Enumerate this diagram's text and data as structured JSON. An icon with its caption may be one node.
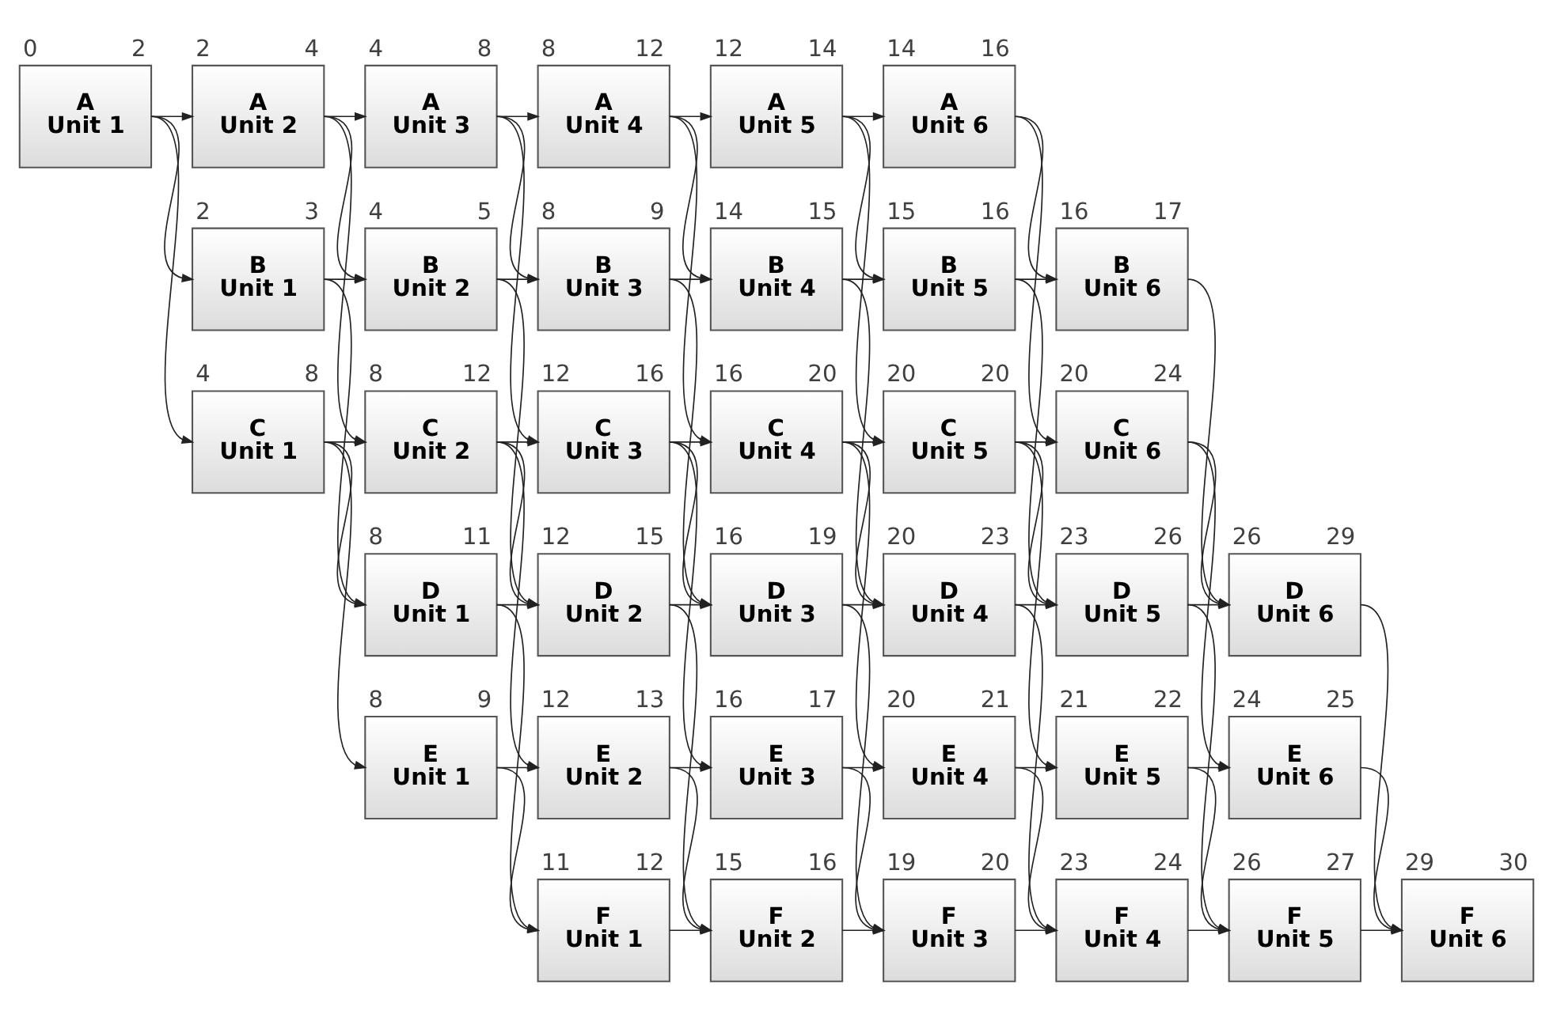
{
  "diagram": {
    "nodes": [
      {
        "text": [
          "A",
          "Unit 1"
        ],
        "beside": [
          "0",
          "2"
        ]
      },
      {
        "text": [
          "A",
          "Unit 2"
        ],
        "beside": [
          "2",
          "4"
        ]
      },
      {
        "text": [
          "A",
          "Unit 3"
        ],
        "beside": [
          "4",
          "8"
        ]
      },
      {
        "text": [
          "A",
          "Unit 4"
        ],
        "beside": [
          "8",
          "12"
        ]
      },
      {
        "text": [
          "A",
          "Unit 5"
        ],
        "beside": [
          "12",
          "14"
        ]
      },
      {
        "text": [
          "A",
          "Unit 6"
        ],
        "beside": [
          "14",
          "16"
        ]
      },
      {
        "text": [
          "B",
          "Unit 1"
        ],
        "beside": [
          "2",
          "3"
        ]
      },
      {
        "text": [
          "B",
          "Unit 2"
        ],
        "beside": [
          "4",
          "5"
        ]
      },
      {
        "text": [
          "B",
          "Unit 3"
        ],
        "beside": [
          "8",
          "9"
        ]
      },
      {
        "text": [
          "B",
          "Unit 4"
        ],
        "beside": [
          "14",
          "15"
        ]
      },
      {
        "text": [
          "B",
          "Unit 5"
        ],
        "beside": [
          "15",
          "16"
        ]
      },
      {
        "text": [
          "B",
          "Unit 6"
        ],
        "beside": [
          "16",
          "17"
        ]
      },
      {
        "text": [
          "C",
          "Unit 1"
        ],
        "beside": [
          "4",
          "8"
        ]
      },
      {
        "text": [
          "C",
          "Unit 2"
        ],
        "beside": [
          "8",
          "12"
        ]
      },
      {
        "text": [
          "C",
          "Unit 3"
        ],
        "beside": [
          "12",
          "16"
        ]
      },
      {
        "text": [
          "C",
          "Unit 4"
        ],
        "beside": [
          "16",
          "20"
        ]
      },
      {
        "text": [
          "C",
          "Unit 5"
        ],
        "beside": [
          "20",
          "20"
        ]
      },
      {
        "text": [
          "C",
          "Unit 6"
        ],
        "beside": [
          "20",
          "24"
        ]
      },
      {
        "text": [
          "D",
          "Unit 1"
        ],
        "beside": [
          "8",
          "11"
        ]
      },
      {
        "text": [
          "D",
          "Unit 2"
        ],
        "beside": [
          "12",
          "15"
        ]
      },
      {
        "text": [
          "D",
          "Unit 3"
        ],
        "beside": [
          "16",
          "19"
        ]
      },
      {
        "text": [
          "D",
          "Unit 4"
        ],
        "beside": [
          "20",
          "23"
        ]
      },
      {
        "text": [
          "D",
          "Unit 5"
        ],
        "beside": [
          "23",
          "26"
        ]
      },
      {
        "text": [
          "D",
          "Unit 6"
        ],
        "beside": [
          "26",
          "29"
        ]
      },
      {
        "text": [
          "E",
          "Unit 1"
        ],
        "beside": [
          "8",
          "9"
        ]
      },
      {
        "text": [
          "E",
          "Unit 2"
        ],
        "beside": [
          "12",
          "13"
        ]
      },
      {
        "text": [
          "E",
          "Unit 3"
        ],
        "beside": [
          "16",
          "17"
        ]
      },
      {
        "text": [
          "E",
          "Unit 4"
        ],
        "beside": [
          "20",
          "21"
        ]
      },
      {
        "text": [
          "E",
          "Unit 5"
        ],
        "beside": [
          "21",
          "22"
        ]
      },
      {
        "text": [
          "E",
          "Unit 6"
        ],
        "beside": [
          "24",
          "25"
        ]
      },
      {
        "text": [
          "F",
          "Unit 1"
        ],
        "beside": [
          "11",
          "12"
        ]
      },
      {
        "text": [
          "F",
          "Unit 2"
        ],
        "beside": [
          "15",
          "16"
        ]
      },
      {
        "text": [
          "F",
          "Unit 3"
        ],
        "beside": [
          "19",
          "20"
        ]
      },
      {
        "text": [
          "F",
          "Unit 4"
        ],
        "beside": [
          "23",
          "24"
        ]
      },
      {
        "text": [
          "F",
          "Unit 5"
        ],
        "beside": [
          "26",
          "27"
        ]
      },
      {
        "text": [
          "F",
          "Unit 6"
        ],
        "beside": [
          "29",
          "30"
        ]
      }
    ],
    "edges": [
      {
        "from": 0,
        "to": 1,
        "arrow": "to"
      },
      {
        "from": 1,
        "to": 2,
        "arrow": "to"
      },
      {
        "from": 2,
        "to": 3,
        "arrow": "to"
      },
      {
        "from": 3,
        "to": 4,
        "arrow": "to"
      },
      {
        "from": 4,
        "to": 5,
        "arrow": "to"
      },
      {
        "from": 6,
        "to": 7,
        "arrow": "to"
      },
      {
        "from": 7,
        "to": 8,
        "arrow": "to"
      },
      {
        "from": 8,
        "to": 9,
        "arrow": "to"
      },
      {
        "from": 9,
        "to": 10,
        "arrow": "to"
      },
      {
        "from": 10,
        "to": 11,
        "arrow": "to"
      },
      {
        "from": 12,
        "to": 13,
        "arrow": "to"
      },
      {
        "from": 13,
        "to": 14,
        "arrow": "to"
      },
      {
        "from": 14,
        "to": 15,
        "arrow": "to"
      },
      {
        "from": 15,
        "to": 16,
        "arrow": "to"
      },
      {
        "from": 16,
        "to": 17,
        "arrow": "to"
      },
      {
        "from": 18,
        "to": 19,
        "arrow": "to"
      },
      {
        "from": 19,
        "to": 20,
        "arrow": "to"
      },
      {
        "from": 20,
        "to": 21,
        "arrow": "to"
      },
      {
        "from": 21,
        "to": 22,
        "arrow": "to"
      },
      {
        "from": 22,
        "to": 23,
        "arrow": "to"
      },
      {
        "from": 24,
        "to": 25,
        "arrow": "to"
      },
      {
        "from": 25,
        "to": 26,
        "arrow": "to"
      },
      {
        "from": 26,
        "to": 27,
        "arrow": "to"
      },
      {
        "from": 27,
        "to": 28,
        "arrow": "to"
      },
      {
        "from": 28,
        "to": 29,
        "arrow": "to"
      },
      {
        "from": 30,
        "to": 31,
        "arrow": "to"
      },
      {
        "from": 31,
        "to": 32,
        "arrow": "to"
      },
      {
        "from": 32,
        "to": 33,
        "arrow": "to"
      },
      {
        "from": 33,
        "to": 34,
        "arrow": "to"
      },
      {
        "from": 34,
        "to": 35,
        "arrow": "to"
      },
      {
        "from": 0,
        "to": 6,
        "arrow": "to"
      },
      {
        "from": 0,
        "to": 12,
        "arrow": "to"
      },
      {
        "from": 1,
        "to": 7,
        "arrow": "to"
      },
      {
        "from": 1,
        "to": 13,
        "arrow": "to"
      },
      {
        "from": 2,
        "to": 8,
        "arrow": "to"
      },
      {
        "from": 2,
        "to": 14,
        "arrow": "to"
      },
      {
        "from": 3,
        "to": 9,
        "arrow": "to"
      },
      {
        "from": 3,
        "to": 15,
        "arrow": "to"
      },
      {
        "from": 4,
        "to": 10,
        "arrow": "to"
      },
      {
        "from": 4,
        "to": 16,
        "arrow": "to"
      },
      {
        "from": 5,
        "to": 11,
        "arrow": "to"
      },
      {
        "from": 5,
        "to": 17,
        "arrow": "to"
      },
      {
        "from": 6,
        "to": 18,
        "arrow": "to"
      },
      {
        "from": 7,
        "to": 19,
        "arrow": "to"
      },
      {
        "from": 8,
        "to": 20,
        "arrow": "to"
      },
      {
        "from": 9,
        "to": 21,
        "arrow": "to"
      },
      {
        "from": 10,
        "to": 22,
        "arrow": "to"
      },
      {
        "from": 11,
        "to": 23,
        "arrow": "to"
      },
      {
        "from": 12,
        "to": 18,
        "arrow": "to"
      },
      {
        "from": 12,
        "to": 24,
        "arrow": "to"
      },
      {
        "from": 13,
        "to": 19,
        "arrow": "to"
      },
      {
        "from": 13,
        "to": 25,
        "arrow": "to"
      },
      {
        "from": 14,
        "to": 20,
        "arrow": "to"
      },
      {
        "from": 14,
        "to": 26,
        "arrow": "to"
      },
      {
        "from": 15,
        "to": 21,
        "arrow": "to"
      },
      {
        "from": 15,
        "to": 27,
        "arrow": "to"
      },
      {
        "from": 16,
        "to": 22,
        "arrow": "to"
      },
      {
        "from": 16,
        "to": 28,
        "arrow": "to"
      },
      {
        "from": 17,
        "to": 23,
        "arrow": "to"
      },
      {
        "from": 17,
        "to": 29,
        "arrow": "to"
      },
      {
        "from": 18,
        "to": 30,
        "arrow": "to"
      },
      {
        "from": 19,
        "to": 31,
        "arrow": "to"
      },
      {
        "from": 20,
        "to": 32,
        "arrow": "to"
      },
      {
        "from": 21,
        "to": 33,
        "arrow": "to"
      },
      {
        "from": 22,
        "to": 34,
        "arrow": "to"
      },
      {
        "from": 23,
        "to": 35,
        "arrow": "to"
      },
      {
        "from": 24,
        "to": 30,
        "arrow": "to"
      },
      {
        "from": 25,
        "to": 31,
        "arrow": "to"
      },
      {
        "from": 26,
        "to": 32,
        "arrow": "to"
      },
      {
        "from": 27,
        "to": 33,
        "arrow": "to"
      },
      {
        "from": 28,
        "to": 34,
        "arrow": "to"
      },
      {
        "from": 29,
        "to": 35,
        "arrow": "to"
      }
    ]
  }
}
